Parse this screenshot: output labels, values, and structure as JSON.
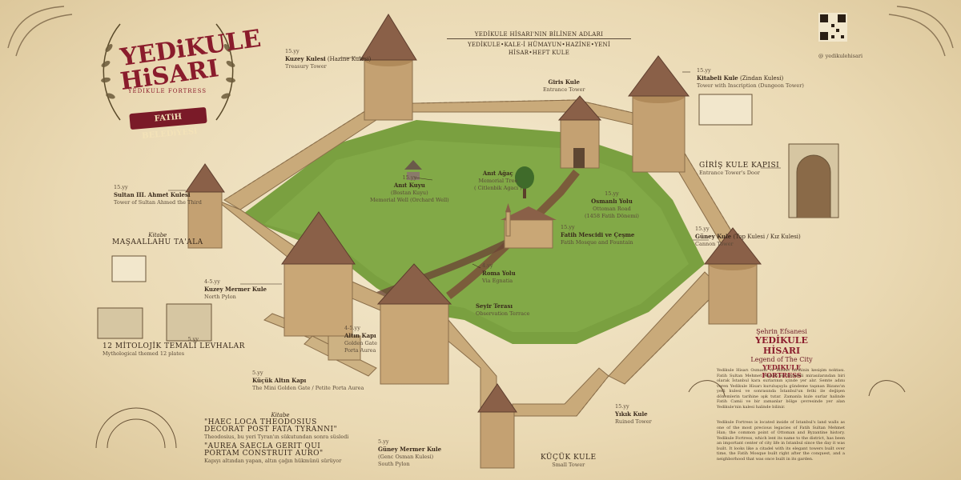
{
  "logo": {
    "line1": "YEDiKULE",
    "line2": "HiSARI",
    "sub": "YEDIKULE FORTRESS",
    "banner": "FATiH BELEDiYESi"
  },
  "top_names": {
    "heading": "YEDİKULE HİSARI'NIN BİLİNEN ADLARI",
    "list": "YEDİKULE•KALE-İ HÜMAYUN•HAZİNE•YENİ HİSAR•HEFT KULE"
  },
  "social": "@ yedikulehisari",
  "labels": {
    "kuzey_kulesi": {
      "century": "15.yy",
      "name": "Kuzey Kulesi",
      "alt": "(Hazine Kulesi)",
      "en": "Treasury Tower"
    },
    "giris_kule": {
      "name": "Giris Kule",
      "en": "Entrance Tower"
    },
    "kitabeli_kule": {
      "century": "15.yy",
      "name": "Kitabeli Kule",
      "alt": "(Zindan Kulesi)",
      "en": "Tower with Inscription (Dungeon Tower)"
    },
    "giris_kapisi": {
      "name": "GİRİŞ KULE KAPISI",
      "en": "Entrance Tower's Door"
    },
    "sultan_ahmet": {
      "century": "15.yy",
      "name": "Sultan III. Ahmet Kulesi",
      "en": "Tower of Sultan Ahmed the Third"
    },
    "kitabe1": {
      "title": "Kitabe",
      "text": "MAŞAALLAHU TA'ALA"
    },
    "anit_kuyu": {
      "century": "15.yy",
      "name": "Anıt Kuyu",
      "alt": "(Bostan Kuyu)",
      "en": "Memorial Well (Orchard Well)"
    },
    "anit_agac": {
      "name": "Anıt Ağaç",
      "en": "Memorial Tree",
      "alt": "( Citlenbik Agacı )"
    },
    "osmanli_yolu": {
      "century": "15.yy",
      "name": "Osmanlı Yolu",
      "en": "Ottoman Road",
      "alt": "(1458 Fatih Dönemi)"
    },
    "fatih_mescidi": {
      "century": "15.yy",
      "name": "Fatih Mescidi ve Çeşme",
      "en": "Fatih Mosque and Fountain"
    },
    "guney_kule": {
      "century": "15.yy",
      "name": "Güney Kule",
      "alt": "(Top Kulesi / Kız Kulesi)",
      "en": "Cannon Tower"
    },
    "roma_yolu": {
      "century": "4.yy",
      "name": "Roma Yolu",
      "en": "Via Egnatia"
    },
    "kuzey_mermer": {
      "century": "4-5.yy",
      "name": "Kuzey Mermer Kule",
      "en": "North Pylon"
    },
    "seyir_terasi": {
      "name": "Seyir Terası",
      "en": "Observation Terrace"
    },
    "altin_kapi": {
      "century": "4-5.yy",
      "name": "Altın Kapı",
      "en1": "Golden Gate",
      "en2": "Porta Aurea"
    },
    "kucuk_altin_kapi": {
      "century": "5.yy",
      "name": "Küçük Altın Kapı",
      "en": "The Mini Golden Gate / Petite Porta Aurea"
    },
    "plates": {
      "century": "5.yy",
      "name": "12 MİTOLOJİK TEMALİ LEVHALAR",
      "en": "Mythological themed 12 plates"
    },
    "kitabe2": {
      "title": "Kitabe",
      "quote1": "\"HAEC LOCA THEODOSIUS",
      "quote1b": "DECORAT POST FATA TYRANNI\"",
      "note1": "Theodosius, bu yeri Tyran'ın sükutundan sonra süsledi",
      "quote2": "\"AUREA SAECLA GERIT QUI",
      "quote2b": "PORTAM CONSTRUIT AURO\"",
      "note2": "Kapıyı altından yapan, altın çağın hükmünü sürüyor"
    },
    "guney_mermer": {
      "century": "5.yy",
      "name": "Güney Mermer Kule",
      "alt": "(Genc Osman Kulesi)",
      "en": "South Pylon"
    },
    "yikik_kule": {
      "century": "15.yy",
      "name": "Yıkık Kule",
      "en": "Ruined Tower"
    },
    "kucuk_kule": {
      "name": "KÜÇÜK KULE",
      "en": "Small Tower"
    }
  },
  "legend": {
    "a": "Şehrin Efsanesi",
    "b": "YEDİKULE HİSARI",
    "c": "Legend of The City",
    "d": "YEDIKULE FORTRESS"
  },
  "paragraph_tr": "Yedikule Hisarı Osmanlı ve Bizans tarihinin kesişim noktası. Fatih Sultan Mehmet Han'ın en kıymetli mirasılarından biri olarak İstanbul kara surlarının içinde yer alır. Semte adını veren Yedikule Hisarı kuruluşuyla gündeme taşınan Bizans'ın yedi kulesi ve sonrasında İstanbul'un fethi ile değişen dönemlerin tarihine ışık tutar. Zamanla kule surlar halinde Fatih Camii ve bir zamanlar bölge çevresinde yer alan Yedikule'nin kalesi halinde bilinir.",
  "paragraph_en": "Yedikule Fortress is located inside of Istanbul's land walls as one of the most precious legacies of Fatih Sultan Mehmet Han; the common point of Ottoman and Byzantine history. Yedikule Fortress, which lent its name to the district, has been an important center of city life in Istanbul since the day it was built. It looks like a citadel with its elegant towers built over time, the Fatih Mosque built right after the conquest, and a neighborhood that was once built in its garden."
}
